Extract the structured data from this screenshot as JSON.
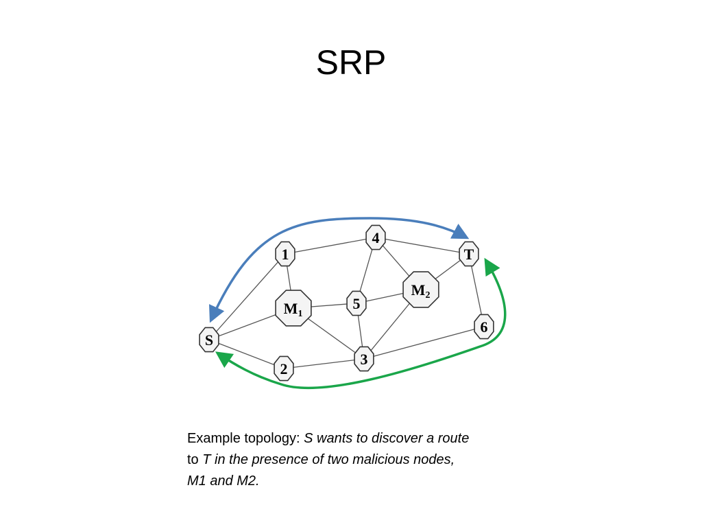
{
  "title": "SRP",
  "diagram": {
    "nodes": [
      {
        "id": "S",
        "label": "S",
        "sub": ""
      },
      {
        "id": "1",
        "label": "1",
        "sub": ""
      },
      {
        "id": "2",
        "label": "2",
        "sub": ""
      },
      {
        "id": "3",
        "label": "3",
        "sub": ""
      },
      {
        "id": "4",
        "label": "4",
        "sub": ""
      },
      {
        "id": "5",
        "label": "5",
        "sub": ""
      },
      {
        "id": "6",
        "label": "6",
        "sub": ""
      },
      {
        "id": "T",
        "label": "T",
        "sub": ""
      },
      {
        "id": "M1",
        "label": "M",
        "sub": "1"
      },
      {
        "id": "M2",
        "label": "M",
        "sub": "2"
      }
    ],
    "edges": [
      [
        "S",
        "1"
      ],
      [
        "S",
        "M1"
      ],
      [
        "S",
        "2"
      ],
      [
        "1",
        "4"
      ],
      [
        "1",
        "M1"
      ],
      [
        "M1",
        "5"
      ],
      [
        "M1",
        "3"
      ],
      [
        "2",
        "3"
      ],
      [
        "4",
        "5"
      ],
      [
        "4",
        "M2"
      ],
      [
        "4",
        "T"
      ],
      [
        "5",
        "3"
      ],
      [
        "5",
        "M2"
      ],
      [
        "M2",
        "T"
      ],
      [
        "M2",
        "3"
      ],
      [
        "3",
        "6"
      ],
      [
        "T",
        "6"
      ]
    ],
    "route_colors": {
      "discovery": "#4a7ebb",
      "reply": "#1aa64a"
    }
  },
  "caption": {
    "prefix": "Example topology: ",
    "line1_italic": "S wants to discover a route",
    "line2_prefix": "to ",
    "line2_italic": "T in the presence of two malicious nodes,",
    "line3_italic": "M1 and M2."
  }
}
